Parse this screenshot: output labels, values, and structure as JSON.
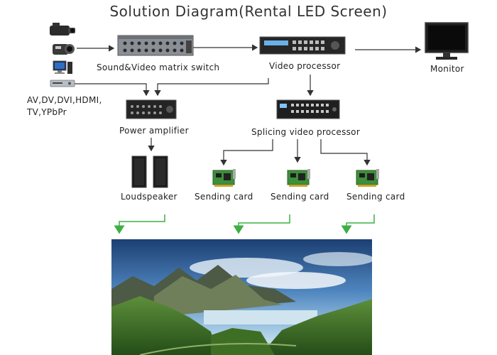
{
  "title": "Solution Diagram(Rental LED Screen)",
  "labels": {
    "sources": "AV,DV,DVI,HDMI,\nTV,YPbPr",
    "sources_line1": "AV,DV,DVI,HDMI,",
    "sources_line2": "TV,YPbPr",
    "matrix_switch": "Sound&Video matrix switch",
    "video_processor": "Video processor",
    "monitor": "Monitor",
    "power_amplifier": "Power amplifier",
    "splicing_processor": "Splicing video processor",
    "loudspeaker": "Loudspeaker",
    "sending_card_1": "Sending card",
    "sending_card_2": "Sending card",
    "sending_card_3": "Sending card"
  },
  "colors": {
    "arrow_black": "#333333",
    "arrow_green": "#3cb043",
    "pcb_green": "#3e8f3a",
    "device_dark": "#2b2b2b",
    "device_gray": "#8a8f96"
  }
}
